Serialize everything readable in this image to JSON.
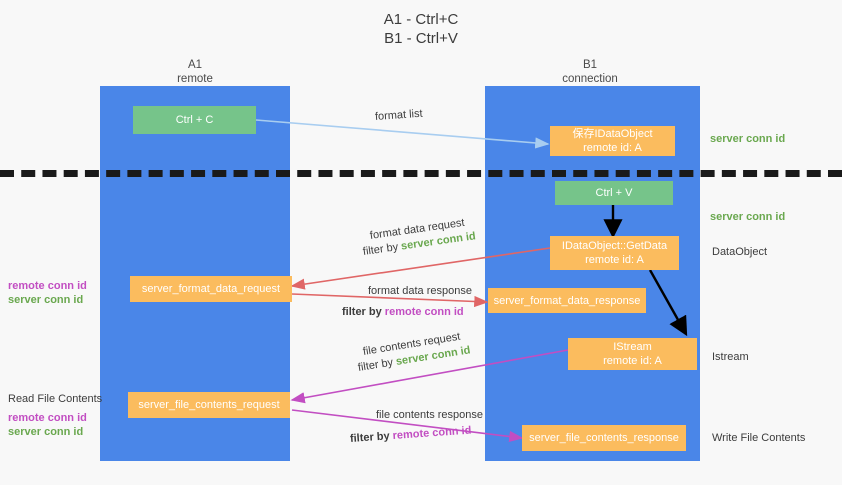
{
  "title": {
    "line1": "A1 - Ctrl+C",
    "line2": "B1 - Ctrl+V"
  },
  "columns": [
    {
      "name": "A1",
      "sub": "remote"
    },
    {
      "name": "B1",
      "sub": "connection"
    }
  ],
  "boxes": {
    "ctrl_c": "Ctrl + C",
    "ctrl_v": "Ctrl + V",
    "save_idataobject_l1": "保存IDataObject",
    "save_idataobject_l2": "remote id: A",
    "getdata_l1": "IDataObject::GetData",
    "getdata_l2": "remote id: A",
    "istream_l1": "IStream",
    "istream_l2": "remote id: A",
    "server_format_data_request": "server_format_data_request",
    "server_format_data_response": "server_format_data_response",
    "server_file_contents_request": "server_file_contents_request",
    "server_file_contents_response": "server_file_contents_response"
  },
  "arrow_labels": {
    "format_list": "format list",
    "format_data_request": "format data request",
    "format_data_request_filter_pre": "filter by ",
    "format_data_request_filter_key": "server conn id",
    "format_data_response": "format data response",
    "format_data_response_filter_pre": "filter by ",
    "format_data_response_filter_key": "remote conn id",
    "file_contents_request": "file contents request",
    "file_contents_request_filter_pre": "filter by ",
    "file_contents_request_filter_key": "server conn id",
    "file_contents_response": "file contents response",
    "file_contents_response_filter_pre": "filter by ",
    "file_contents_response_filter_key": "remote conn id"
  },
  "right_labels": {
    "server_conn_id_top": "server conn id",
    "server_conn_id_mid": "server conn id",
    "dataobject": "DataObject",
    "istream": "Istream",
    "write_file_contents": "Write File Contents"
  },
  "left_labels": {
    "remote_conn_id_mid": "remote conn id",
    "server_conn_id_mid": "server conn id",
    "read_file_contents": "Read File Contents",
    "remote_conn_id_bottom": "remote conn id",
    "server_conn_id_bottom": "server conn id"
  },
  "colors": {
    "panel": "#4a86e8",
    "orange": "#fbbc5e",
    "green_box": "#76c48a",
    "green_text": "#6aa84f",
    "magenta_text": "#c24ec2",
    "arrow_red": "#e06666",
    "arrow_magenta": "#c24ec2",
    "arrow_lightblue": "#a8cdf0",
    "arrow_black": "#000000",
    "background": "#f8f8f8"
  }
}
